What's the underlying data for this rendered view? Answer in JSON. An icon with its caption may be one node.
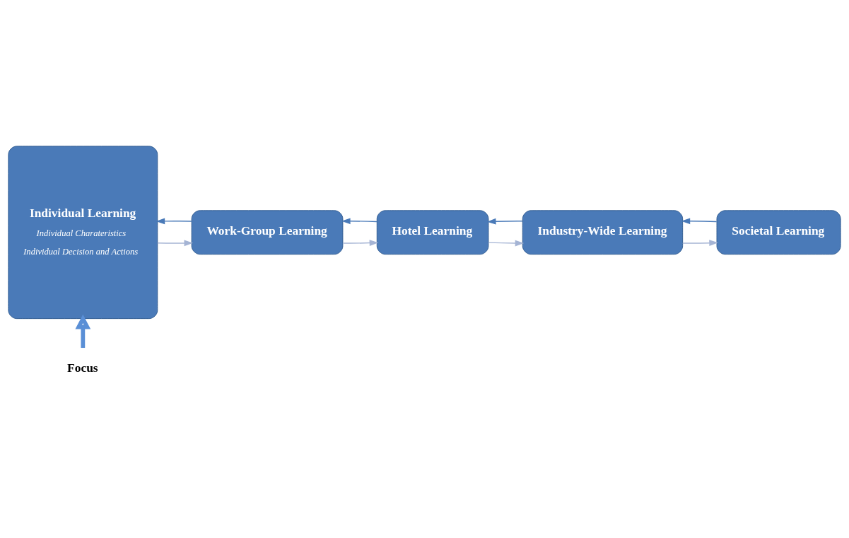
{
  "diagram": {
    "nodes": [
      {
        "text": [
          "Individual Learning",
          "Individual Charateristics",
          "Individual Decision and Actions"
        ]
      },
      {
        "text": [
          "Work-Group Learning"
        ]
      },
      {
        "text": [
          "Hotel Learning"
        ]
      },
      {
        "text": [
          "Industry-Wide Learning"
        ]
      },
      {
        "text": [
          "Societal Learning"
        ]
      },
      {
        "text": [
          "Focus"
        ]
      }
    ],
    "edges": [
      {
        "from": 0,
        "to": 1,
        "arrow": "to",
        "color": "#a5b4d4"
      },
      {
        "from": 1,
        "to": 0,
        "arrow": "to",
        "color": "#4a7ab8"
      },
      {
        "from": 1,
        "to": 2,
        "arrow": "to",
        "color": "#a5b4d4"
      },
      {
        "from": 2,
        "to": 1,
        "arrow": "to",
        "color": "#4a7ab8"
      },
      {
        "from": 2,
        "to": 3,
        "arrow": "to",
        "color": "#a5b4d4"
      },
      {
        "from": 3,
        "to": 2,
        "arrow": "to",
        "color": "#4a7ab8"
      },
      {
        "from": 3,
        "to": 4,
        "arrow": "to",
        "color": "#a5b4d4"
      },
      {
        "from": 4,
        "to": 3,
        "arrow": "to",
        "color": "#4a7ab8"
      },
      {
        "from": 5,
        "to": 0,
        "arrow": "to",
        "style": "thick",
        "color": "#5a8fd6"
      }
    ]
  }
}
